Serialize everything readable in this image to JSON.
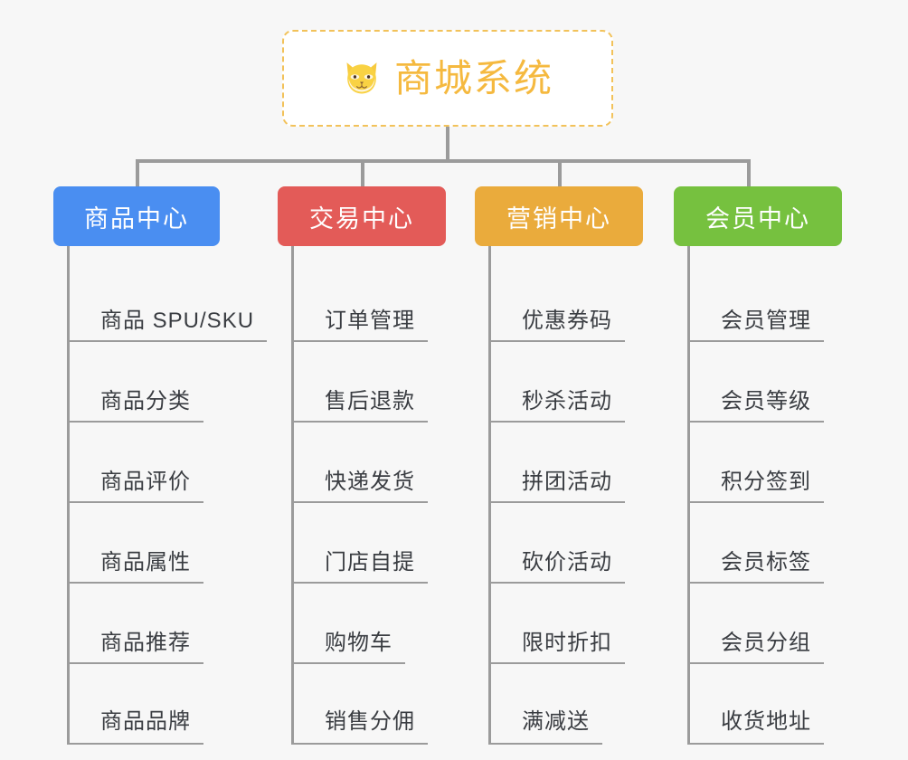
{
  "diagram": {
    "type": "mindmap-org-chart",
    "background_color": "#f7f7f7",
    "connector_color": "#9b9b9b"
  },
  "root": {
    "title": "商城系统",
    "icon": "dog-face-emoji",
    "text_color": "#f5b93f",
    "border_color": "#f2c25a",
    "background_color": "#ffffff"
  },
  "branches": [
    {
      "label": "商品中心",
      "color": "#4a8ef1",
      "items": [
        "商品 SPU/SKU",
        "商品分类",
        "商品评价",
        "商品属性",
        "商品推荐",
        "商品品牌"
      ]
    },
    {
      "label": "交易中心",
      "color": "#e35b58",
      "items": [
        "订单管理",
        "售后退款",
        "快递发货",
        "门店自提",
        "购物车",
        "销售分佣"
      ]
    },
    {
      "label": "营销中心",
      "color": "#eaab3c",
      "items": [
        "优惠券码",
        "秒杀活动",
        "拼团活动",
        "砍价活动",
        "限时折扣",
        "满减送"
      ]
    },
    {
      "label": "会员中心",
      "color": "#76c13f",
      "items": [
        "会员管理",
        "会员等级",
        "积分签到",
        "会员标签",
        "会员分组",
        "收货地址"
      ]
    }
  ]
}
